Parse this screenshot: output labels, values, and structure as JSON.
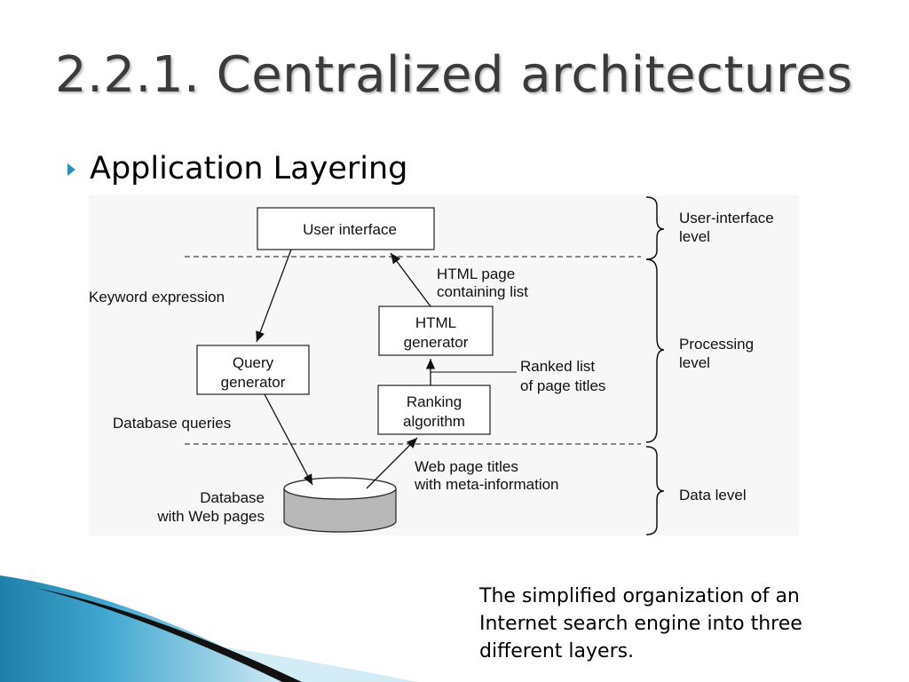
{
  "slide": {
    "title": "2.2.1. Centralized architectures",
    "bullet": "Application Layering",
    "caption": "The simplified organization of an Internet search engine into three different layers."
  },
  "diagram": {
    "nodes": {
      "user_interface": "User interface",
      "query_generator": [
        "Query",
        "generator"
      ],
      "html_generator": [
        "HTML",
        "generator"
      ],
      "ranking_algorithm": [
        "Ranking",
        "algorithm"
      ],
      "database": [
        "Database",
        "with Web pages"
      ]
    },
    "edge_labels": {
      "keyword_expression": "Keyword expression",
      "html_page": [
        "HTML page",
        "containing list"
      ],
      "ranked_list": [
        "Ranked list",
        "of page titles"
      ],
      "database_queries": "Database queries",
      "web_page_titles": [
        "Web page titles",
        "with meta-information"
      ]
    },
    "levels": {
      "user_interface_level": [
        "User-interface",
        "level"
      ],
      "processing_level": [
        "Processing",
        "level"
      ],
      "data_level": "Data level"
    }
  },
  "colors": {
    "bullet": "#2b8fbf",
    "title": "#3b3b3b",
    "database_fill": "#b8b8b8",
    "decor_blue": "#1e8fb8"
  }
}
